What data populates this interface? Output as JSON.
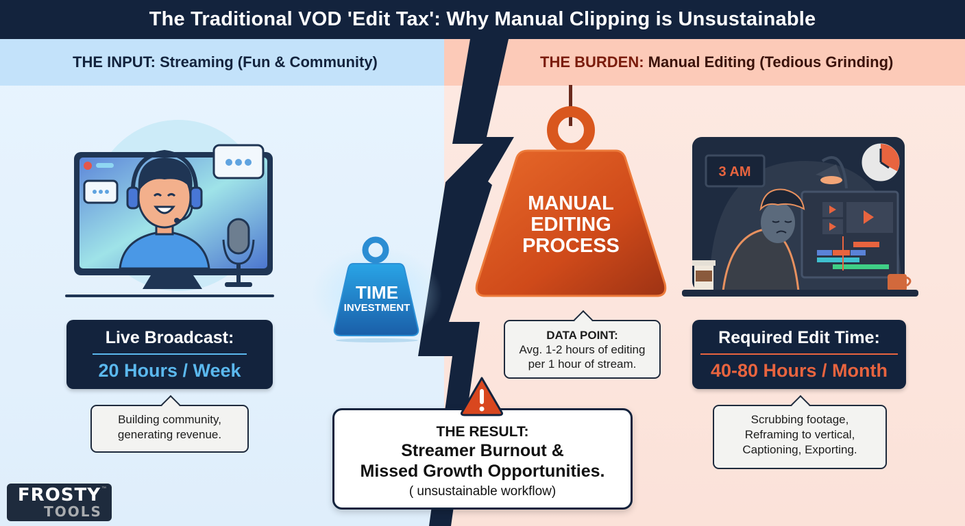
{
  "title": "The Traditional VOD 'Edit Tax': Why Manual Clipping is Unsustainable",
  "colors": {
    "navy": "#13233d",
    "blue_accent": "#5bb8ee",
    "orange_accent": "#e8643f",
    "left_band": "#c3e2fa",
    "right_band": "#fccab8",
    "weight_blue": "#1f7fc6",
    "weight_orange": "#d4501f",
    "warning_red": "#d9471f"
  },
  "left": {
    "header_prefix": "THE INPUT:",
    "header_rest": " Streaming (Fun & Community)",
    "illustration": "streamer-at-monitor",
    "stat_label": "Live Broadcast:",
    "stat_value": "20 Hours / Week",
    "note_line1": "Building community,",
    "note_line2": "generating revenue."
  },
  "center": {
    "small_weight_line1": "TIME",
    "small_weight_line2": "INVESTMENT",
    "big_weight_line1": "MANUAL",
    "big_weight_line2": "EDITING",
    "big_weight_line3": "PROCESS",
    "data_point_head": "DATA POINT:",
    "data_point_line1": "Avg. 1-2 hours of editing",
    "data_point_line2": "per 1 hour of stream."
  },
  "right": {
    "header_prefix": "THE BURDEN:",
    "header_rest": " Manual Editing (Tedious Grinding)",
    "illustration": "tired-editor-at-night",
    "clock_sign": "3 AM",
    "stat_label": "Required Edit Time:",
    "stat_value": "40-80 Hours / Month",
    "note_line1": "Scrubbing footage,",
    "note_line2": "Reframing to vertical,",
    "note_line3": "Captioning, Exporting."
  },
  "result": {
    "icon": "warning-triangle",
    "head": "THE RESULT:",
    "line1": "Streamer Burnout &",
    "line2": "Missed Growth Opportunities.",
    "sub": "( unsustainable workflow)"
  },
  "logo": {
    "line1": "FROSTY",
    "line2": "TOOLS",
    "tm": "™"
  }
}
